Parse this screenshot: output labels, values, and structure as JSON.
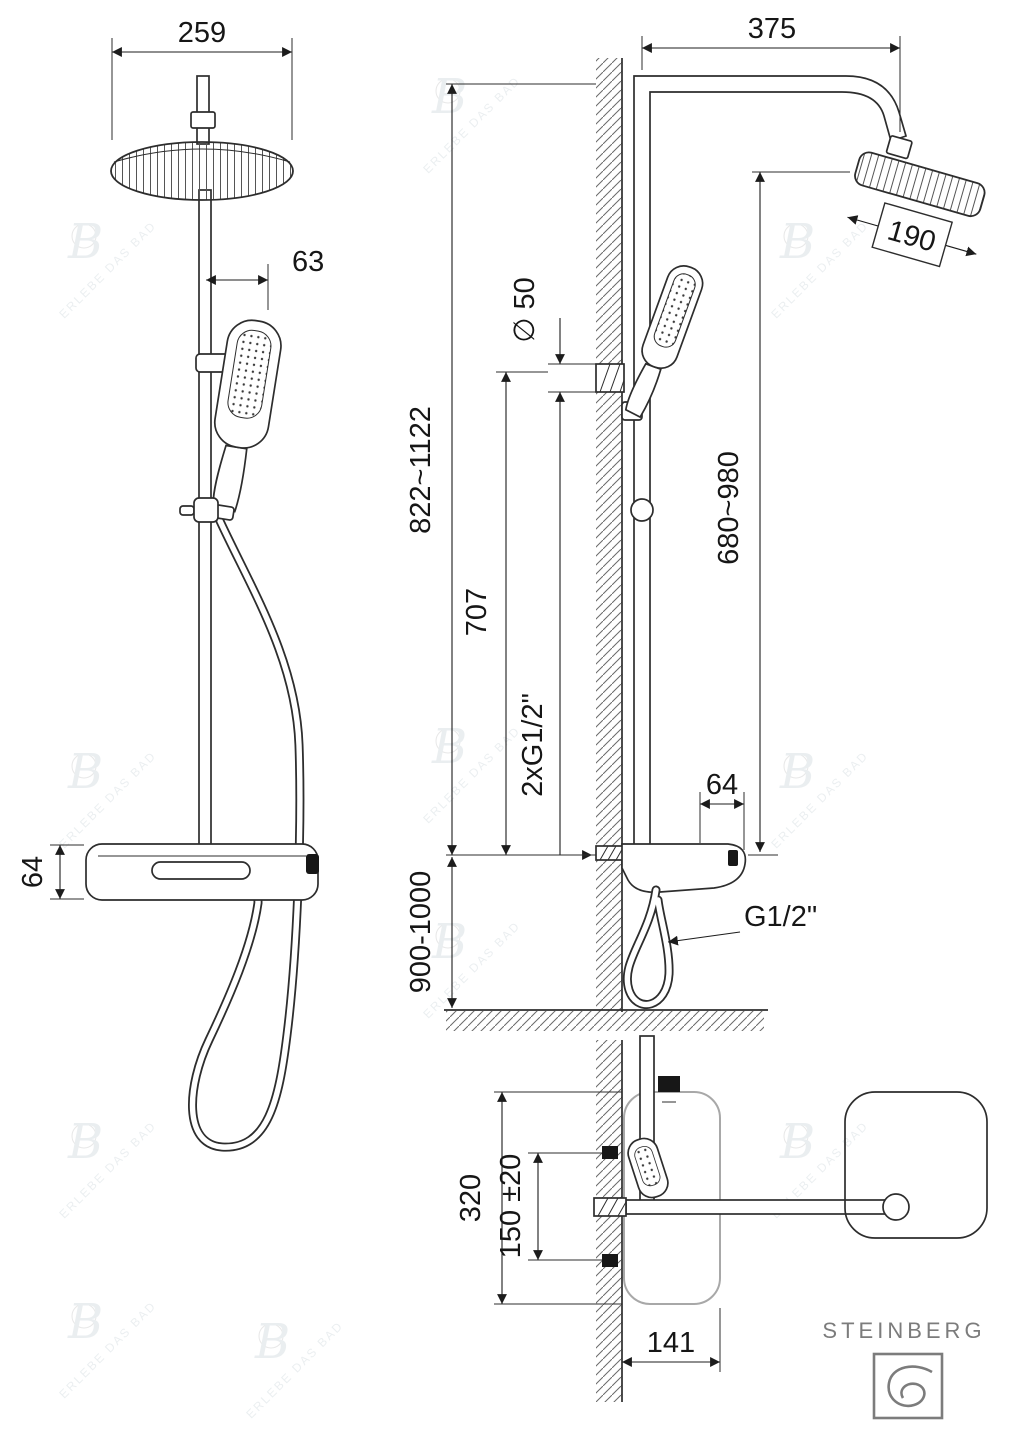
{
  "watermark": {
    "monogram": "B",
    "text": "ERLEBE DAS BAD"
  },
  "brand": {
    "name": "STEINBERG",
    "logo_icon": "swirl-logo"
  },
  "views": {
    "front": {
      "dim_head_width": "259",
      "dim_handshower_offset": "63",
      "dim_shelf_height": "64"
    },
    "side": {
      "dim_arm_reach": "375",
      "dim_head_depth": "190",
      "dim_wall_hole_dia": "∅ 50",
      "dim_riser_height_range": "822~1122",
      "dim_handshower_outlet_height": "707",
      "dim_head_height_range": "680~980",
      "dim_supply_connections": "2xG1/2\"",
      "dim_shelf_depth": "64",
      "dim_hose_connection": "G1/2\"",
      "dim_install_height": "900-1000"
    },
    "plan": {
      "dim_shelf_width": "320",
      "dim_supply_spacing": "150 ±20",
      "dim_shelf_projection": "141"
    }
  }
}
